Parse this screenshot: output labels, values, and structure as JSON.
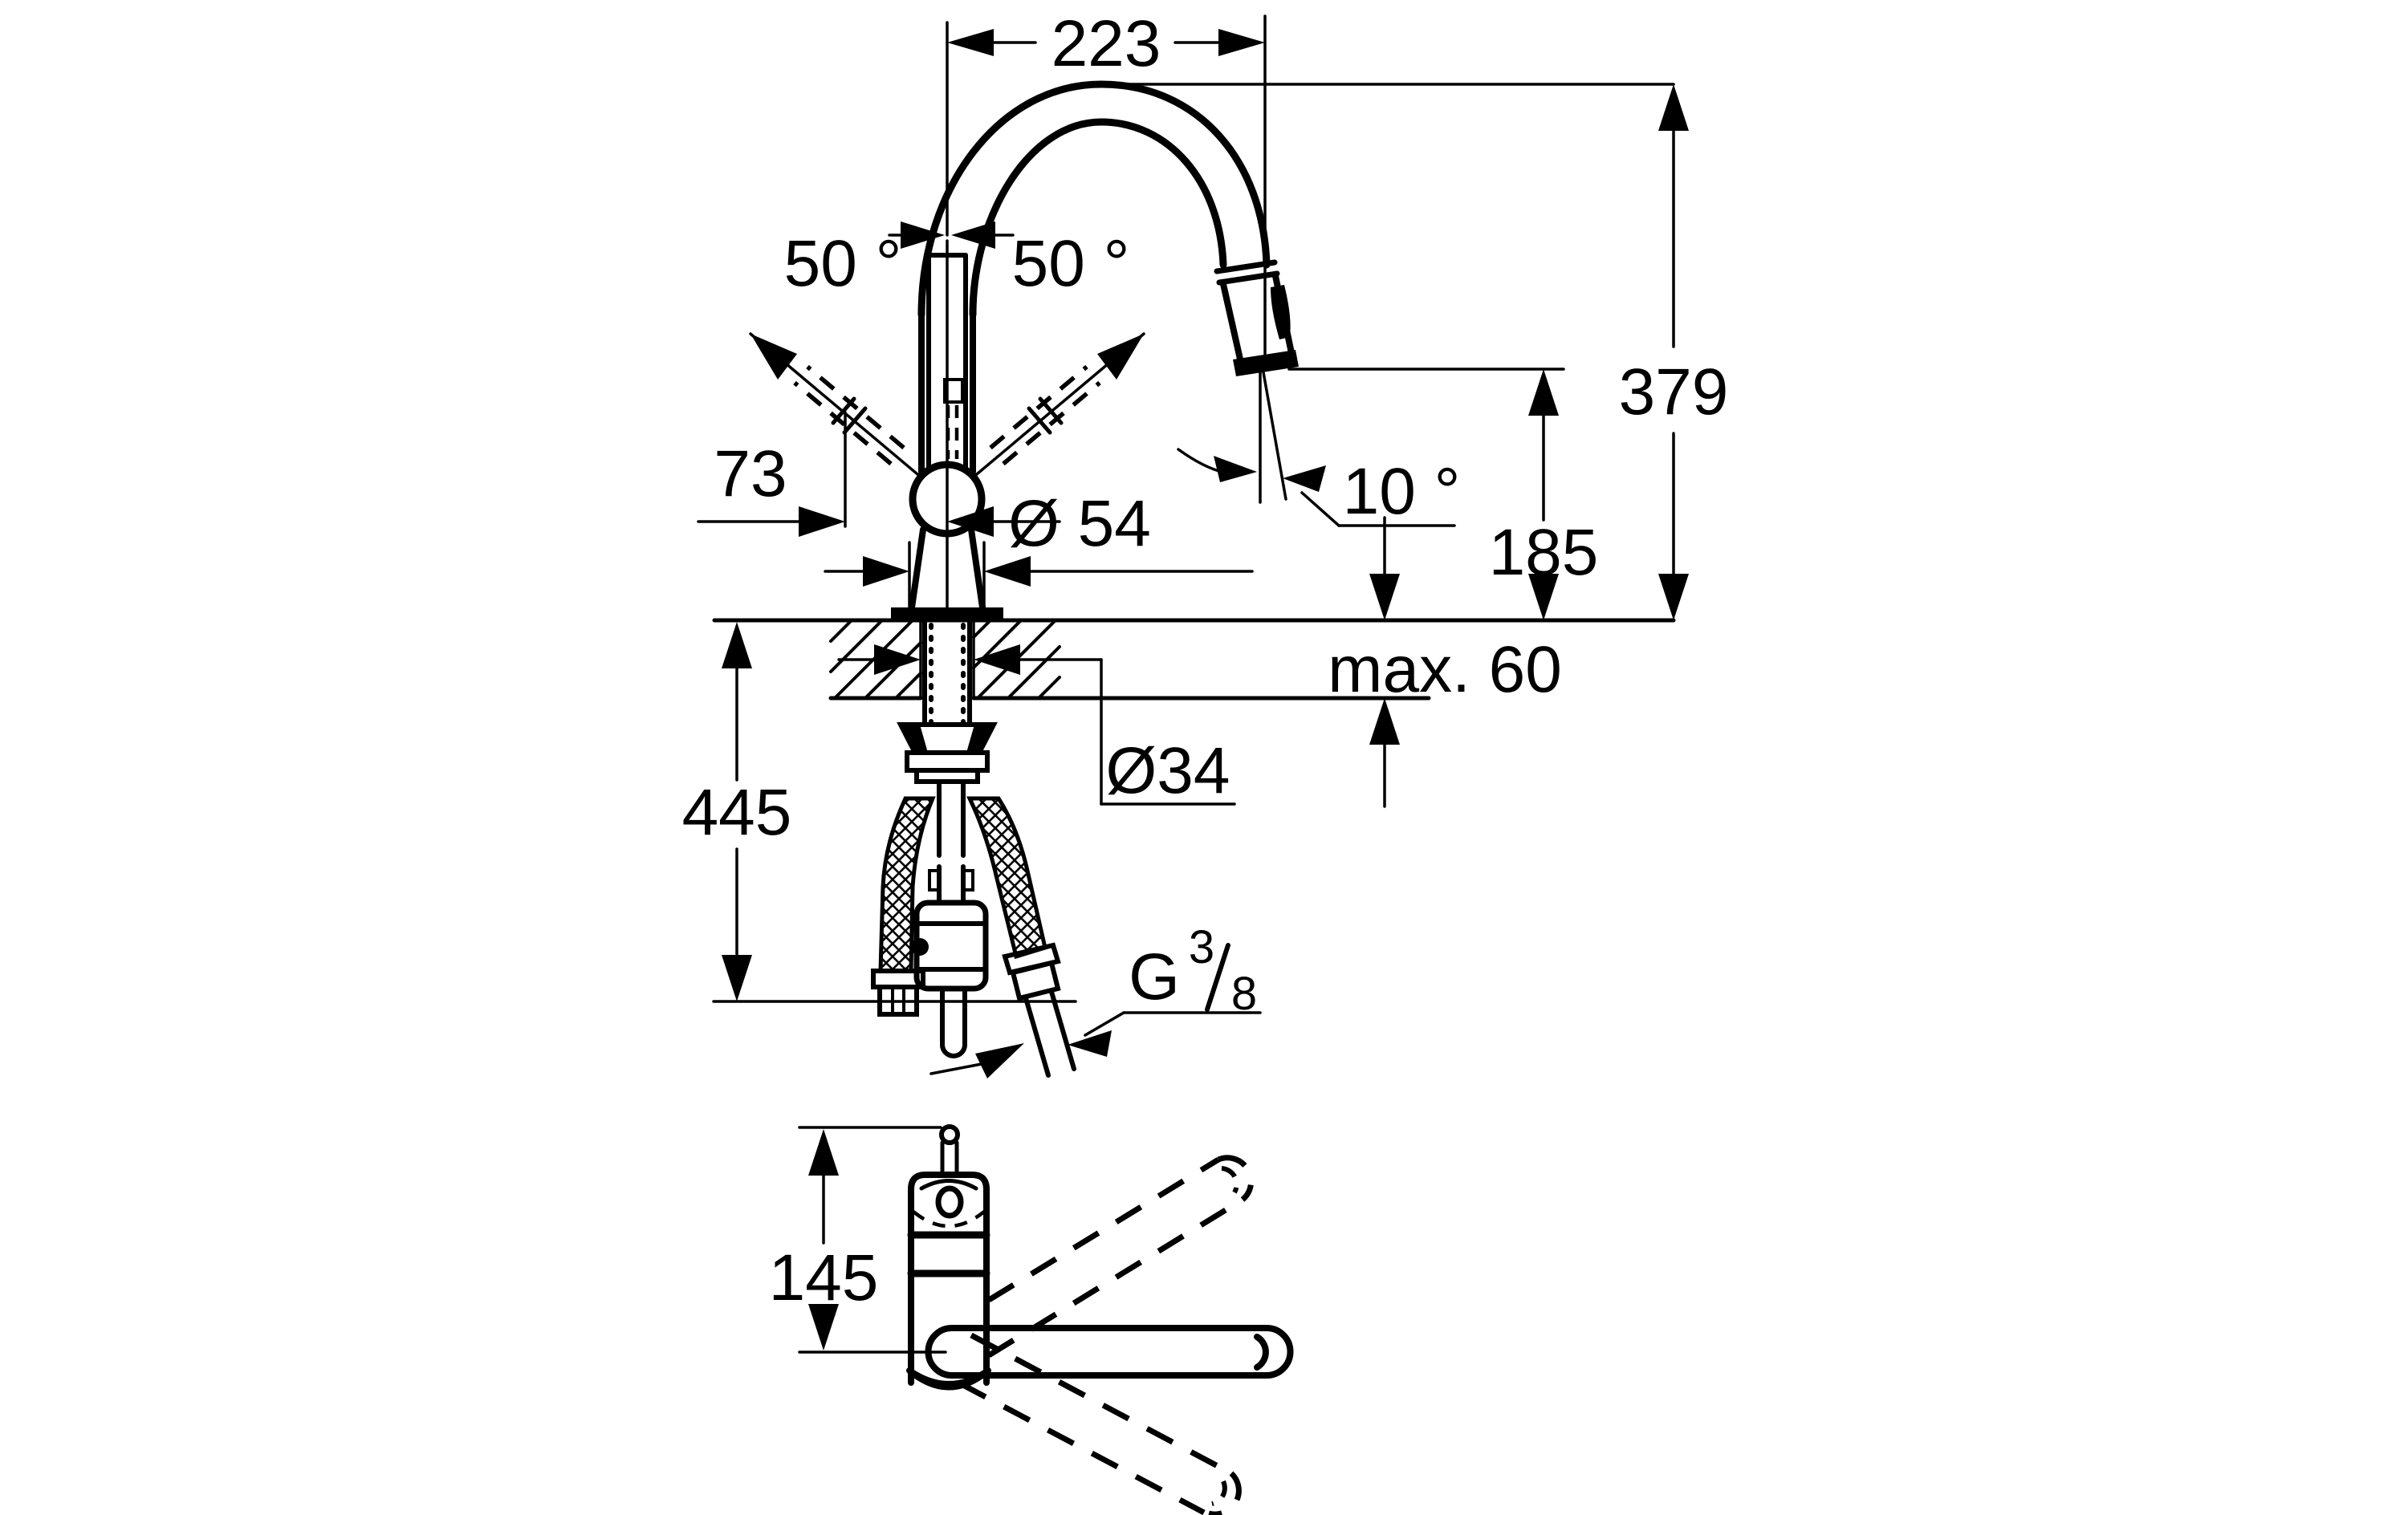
{
  "drawing": {
    "background": "#ffffff",
    "ink": "#000000"
  },
  "side_view": {
    "spout_reach": {
      "value": "223"
    },
    "swivel_left": {
      "value": "50 °"
    },
    "swivel_right": {
      "value": "50 °"
    },
    "spray_tilt": {
      "value": "10 °"
    },
    "height_to_spout_top": {
      "value": "379"
    },
    "height_to_outlet": {
      "value": "185"
    },
    "handle_offset": {
      "value": "73"
    },
    "body_diameter": {
      "value": "Ø 54"
    },
    "deck_thickness_max": {
      "value": "max. 60"
    },
    "hole_diameter": {
      "value": "Ø34"
    },
    "hose_drop": {
      "value": "445"
    },
    "thread": {
      "prefix": "G",
      "numerator": "3",
      "denominator": "8"
    }
  },
  "top_view": {
    "body_height": {
      "value": "145"
    }
  }
}
